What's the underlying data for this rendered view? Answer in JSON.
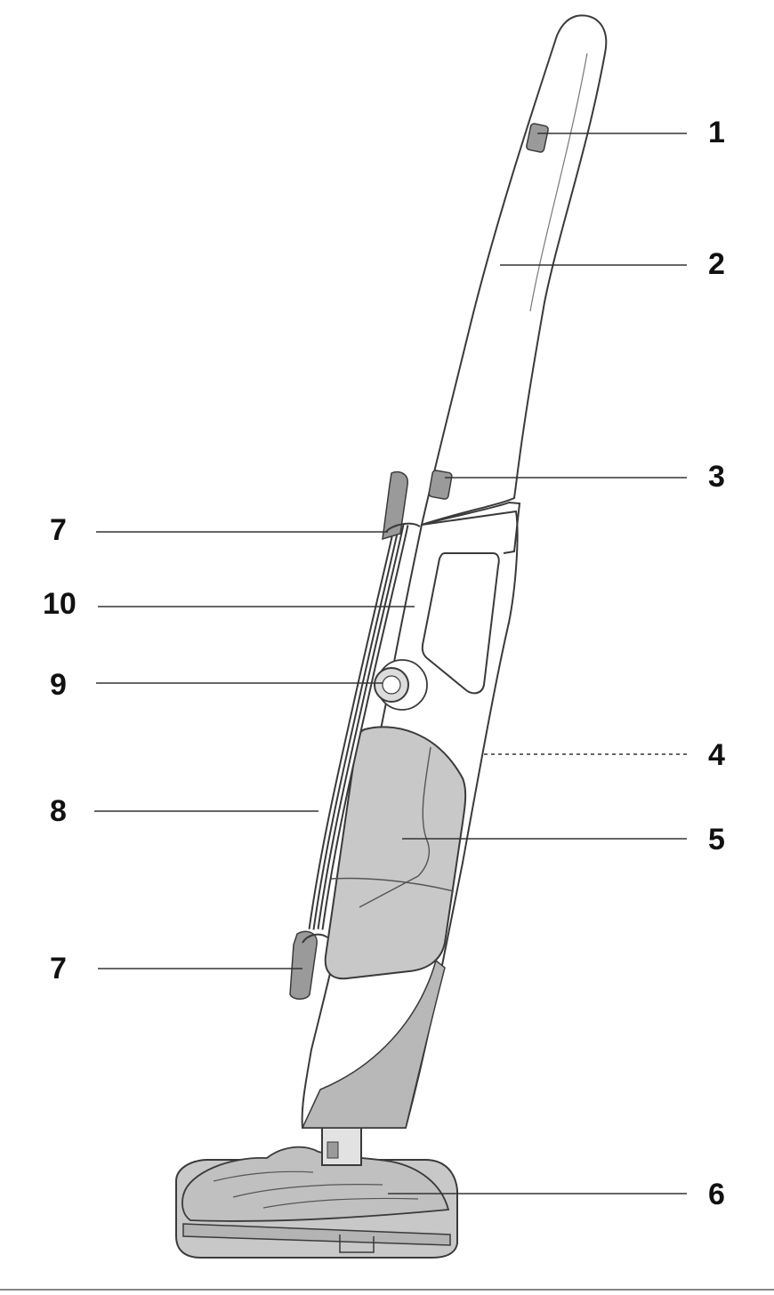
{
  "colors": {
    "outline": "#3a3a3a",
    "body_fill": "#ffffff",
    "gray_fill": "#c8c8c8",
    "dark_gray_fill": "#9a9a9a",
    "leader_line": "#333333"
  },
  "callouts": [
    {
      "id": "c1",
      "label": "1",
      "style": "solid"
    },
    {
      "id": "c2",
      "label": "2",
      "style": "solid"
    },
    {
      "id": "c3",
      "label": "3",
      "style": "solid"
    },
    {
      "id": "c4",
      "label": "4",
      "style": "dashed"
    },
    {
      "id": "c5",
      "label": "5",
      "style": "solid"
    },
    {
      "id": "c6",
      "label": "6",
      "style": "solid"
    },
    {
      "id": "c7a",
      "label": "7",
      "style": "solid"
    },
    {
      "id": "c10",
      "label": "10",
      "style": "solid"
    },
    {
      "id": "c9",
      "label": "9",
      "style": "solid"
    },
    {
      "id": "c8",
      "label": "8",
      "style": "solid"
    },
    {
      "id": "c7b",
      "label": "7",
      "style": "solid"
    }
  ]
}
